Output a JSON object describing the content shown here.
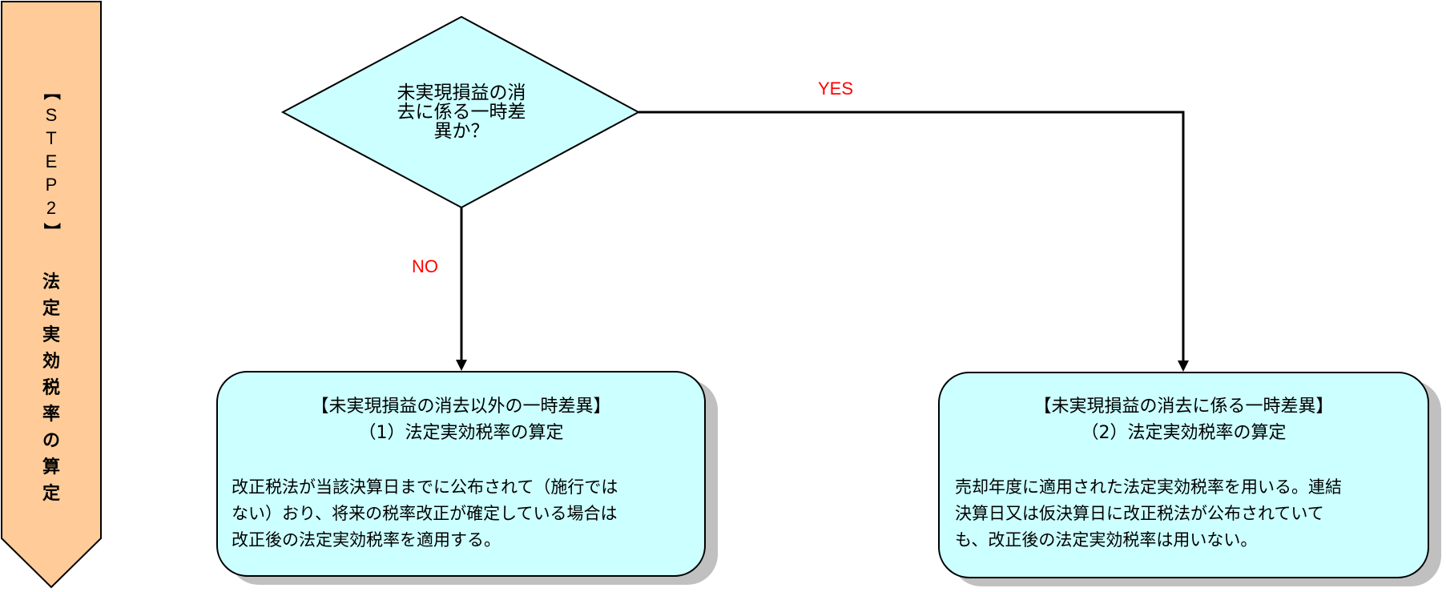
{
  "colors": {
    "banner_fill": "#ffcc99",
    "shape_fill": "#ccffff",
    "stroke": "#000000",
    "shadow": "#c0c0c0",
    "branch_label": "#ff0000"
  },
  "banner": {
    "bracket_open": "【",
    "step_letters": [
      "S",
      "T",
      "E",
      "P",
      "2"
    ],
    "bracket_close": "】",
    "title_chars": [
      "法",
      "定",
      "実",
      "効",
      "税",
      "率",
      "の",
      "算",
      "定"
    ],
    "full_text": "【STEP2】法定実効税率の算定"
  },
  "decision": {
    "lines": [
      "未実現損益の消",
      "去に係る一時差",
      "異か？"
    ]
  },
  "branches": {
    "yes": "YES",
    "no": "NO"
  },
  "left_box": {
    "title_lines": [
      "【未実現損益の消去以外の一時差異】",
      "（1）法定実効税率の算定"
    ],
    "body_lines": [
      "改正税法が当該決算日までに公布されて（施行では",
      "ない）おり、将来の税率改正が確定している場合は",
      "改正後の法定実効税率を適用する。"
    ]
  },
  "right_box": {
    "title_lines": [
      "【未実現損益の消去に係る一時差異】",
      "（2）法定実効税率の算定"
    ],
    "body_lines": [
      "売却年度に適用された法定実効税率を用いる。連結",
      "決算日又は仮決算日に改正税法が公布されていて",
      "も、改正後の法定実効税率は用いない。"
    ]
  }
}
